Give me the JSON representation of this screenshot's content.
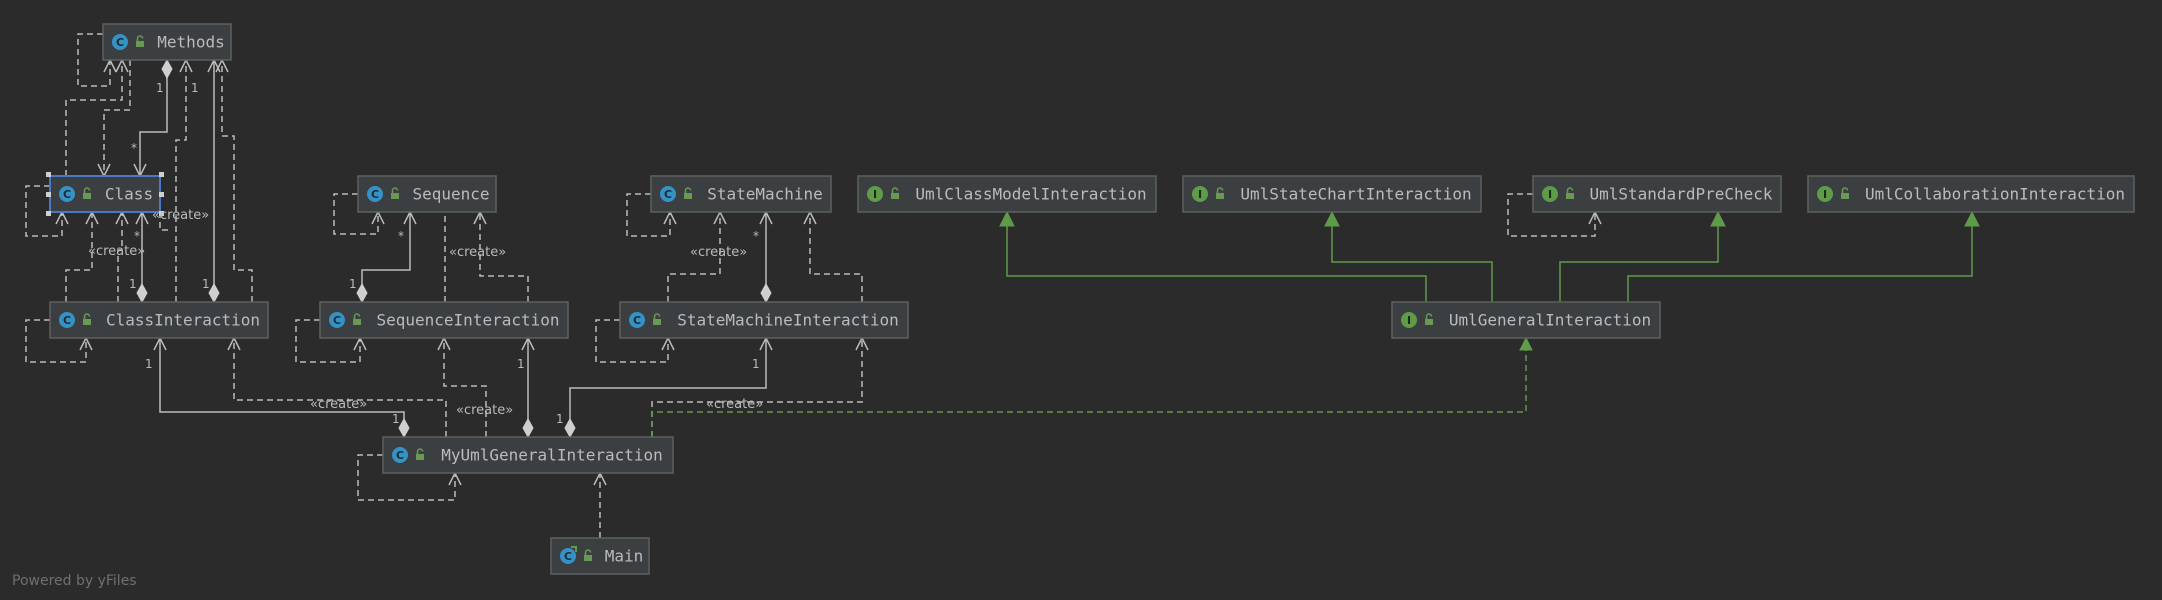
{
  "diagram": {
    "nodes": [
      {
        "id": "methods",
        "name": "Methods",
        "kind": "class",
        "icon": "class-icon"
      },
      {
        "id": "class",
        "name": "Class",
        "kind": "class",
        "icon": "class-icon",
        "selected": true
      },
      {
        "id": "classinteraction",
        "name": "ClassInteraction",
        "kind": "class",
        "icon": "class-icon"
      },
      {
        "id": "sequence",
        "name": "Sequence",
        "kind": "class",
        "icon": "class-icon"
      },
      {
        "id": "sequenceinteraction",
        "name": "SequenceInteraction",
        "kind": "class",
        "icon": "class-icon"
      },
      {
        "id": "statemachine",
        "name": "StateMachine",
        "kind": "class",
        "icon": "class-icon"
      },
      {
        "id": "statemachineinteraction",
        "name": "StateMachineInteraction",
        "kind": "class",
        "icon": "class-icon"
      },
      {
        "id": "myumlgeneralinteraction",
        "name": "MyUmlGeneralInteraction",
        "kind": "class",
        "icon": "class-icon"
      },
      {
        "id": "main",
        "name": "Main",
        "kind": "main",
        "icon": "main-class-icon"
      },
      {
        "id": "umlclassmodelinteraction",
        "name": "UmlClassModelInteraction",
        "kind": "interface",
        "icon": "interface-icon"
      },
      {
        "id": "umlstatechartinteraction",
        "name": "UmlStateChartInteraction",
        "kind": "interface",
        "icon": "interface-icon"
      },
      {
        "id": "umlstandardprecheck",
        "name": "UmlStandardPreCheck",
        "kind": "interface",
        "icon": "interface-icon"
      },
      {
        "id": "umlcollaborationinteraction",
        "name": "UmlCollaborationInteraction",
        "kind": "interface",
        "icon": "interface-icon"
      },
      {
        "id": "umlgeneralinteraction",
        "name": "UmlGeneralInteraction",
        "kind": "interface",
        "icon": "interface-icon"
      }
    ],
    "edge_labels": {
      "create": "«create»",
      "one": "1",
      "many": "*"
    },
    "footer": "Powered by yFiles",
    "colors": {
      "background": "#2b2b2b",
      "node_fill": "#3c3f41",
      "node_border": "#5e6060",
      "selected_border": "#4a78c2",
      "text": "#bbbbbb",
      "class_icon": "#3592c4",
      "interface_icon": "#5f9b48",
      "realization_edge": "#5f9b48",
      "lock_icon": "#6a9955"
    }
  }
}
